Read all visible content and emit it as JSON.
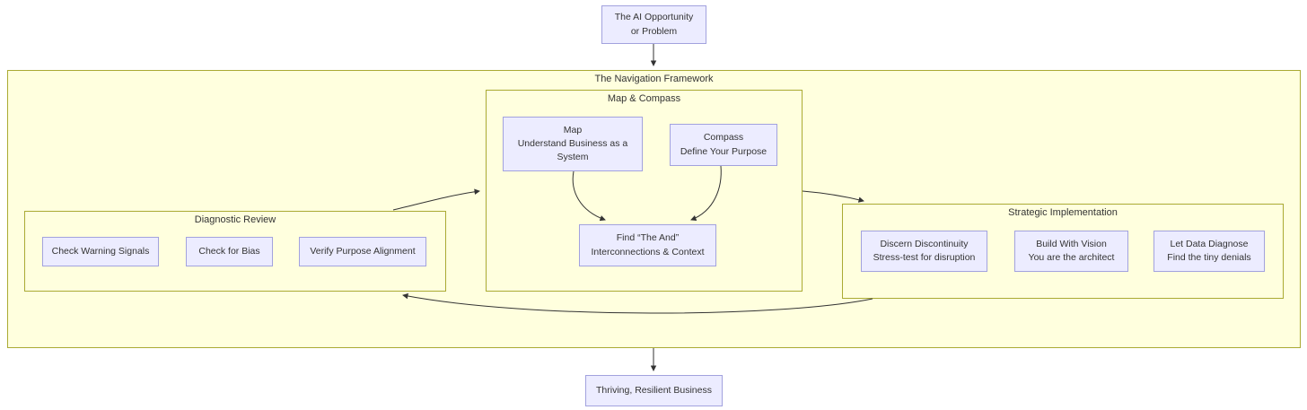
{
  "diagram_type": "flowchart",
  "clusters": {
    "framework": {
      "title": "The Navigation Framework"
    },
    "map_compass": {
      "title": "Map & Compass"
    },
    "diagnostic": {
      "title": "Diagnostic Review"
    },
    "strategic": {
      "title": "Strategic Implementation"
    }
  },
  "nodes": {
    "ai_opportunity": {
      "lines": [
        "The AI Opportunity",
        "or Problem"
      ]
    },
    "map": {
      "lines": [
        "Map",
        "Understand Business as a",
        "System"
      ]
    },
    "compass": {
      "lines": [
        "Compass",
        "Define Your Purpose"
      ]
    },
    "find_the_and": {
      "lines": [
        "Find “The And”",
        "Interconnections & Context"
      ]
    },
    "check_warning": {
      "lines": [
        "Check Warning Signals"
      ]
    },
    "check_bias": {
      "lines": [
        "Check for Bias"
      ]
    },
    "verify_purpose": {
      "lines": [
        "Verify Purpose Alignment"
      ]
    },
    "discern": {
      "lines": [
        "Discern Discontinuity",
        "Stress-test for disruption"
      ]
    },
    "build_vision": {
      "lines": [
        "Build With Vision",
        "You are the architect"
      ]
    },
    "let_data": {
      "lines": [
        "Let Data Diagnose",
        "Find the tiny denials"
      ]
    },
    "thriving": {
      "lines": [
        "Thriving, Resilient Business"
      ]
    }
  },
  "edges": [
    {
      "from": "ai_opportunity",
      "to": "framework"
    },
    {
      "from": "map",
      "to": "find_the_and"
    },
    {
      "from": "compass",
      "to": "find_the_and"
    },
    {
      "from": "diagnostic",
      "to": "map_compass"
    },
    {
      "from": "map_compass",
      "to": "strategic"
    },
    {
      "from": "strategic",
      "to": "diagnostic"
    },
    {
      "from": "framework",
      "to": "thriving"
    }
  ],
  "colors": {
    "node_fill": "#ececff",
    "node_border": "#a2a2de",
    "cluster_fill": "#ffffde",
    "cluster_border": "#aaaa33",
    "edge": "#333333",
    "text": "#333333",
    "background": "#ffffff"
  }
}
